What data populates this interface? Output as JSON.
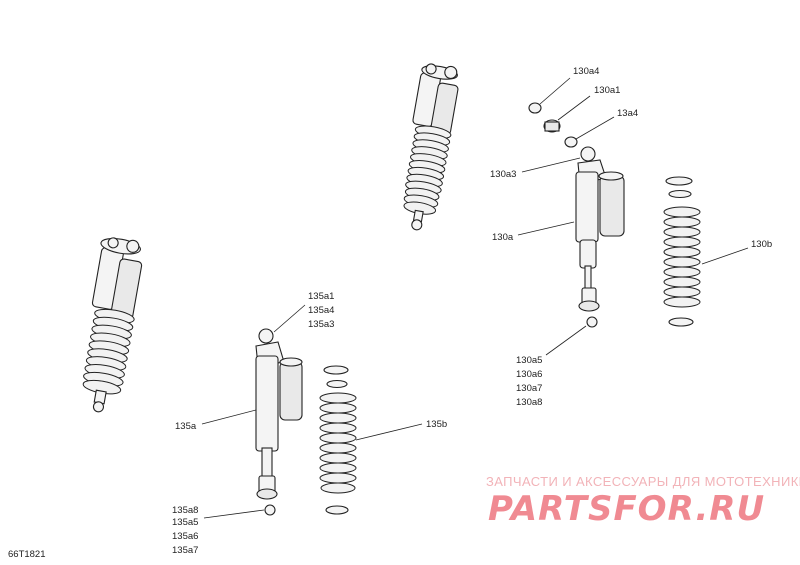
{
  "diagram_code": "66T1821",
  "watermark": {
    "tagline": "ЗАПЧАСТИ И АКСЕССУАРЫ ДЛЯ МОТОТЕХНИКИ",
    "logo": "PARTSFOR.RU"
  },
  "callouts": {
    "l130a4": "130a4",
    "l130a1": "130a1",
    "l13a4": "13a4",
    "l130a3": "130a3",
    "l130a": "130a",
    "l130b": "130b",
    "l130a5": "130a5",
    "l130a6": "130a6",
    "l130a7": "130a7",
    "l130a8": "130a8",
    "l135a1": "135a1",
    "l135a4": "135a4",
    "l135a3": "135a3",
    "l135a": "135a",
    "l135b": "135b",
    "l135a8": "135a8",
    "l135a5": "135a5",
    "l135a6": "135a6",
    "l135a7": "135a7"
  }
}
